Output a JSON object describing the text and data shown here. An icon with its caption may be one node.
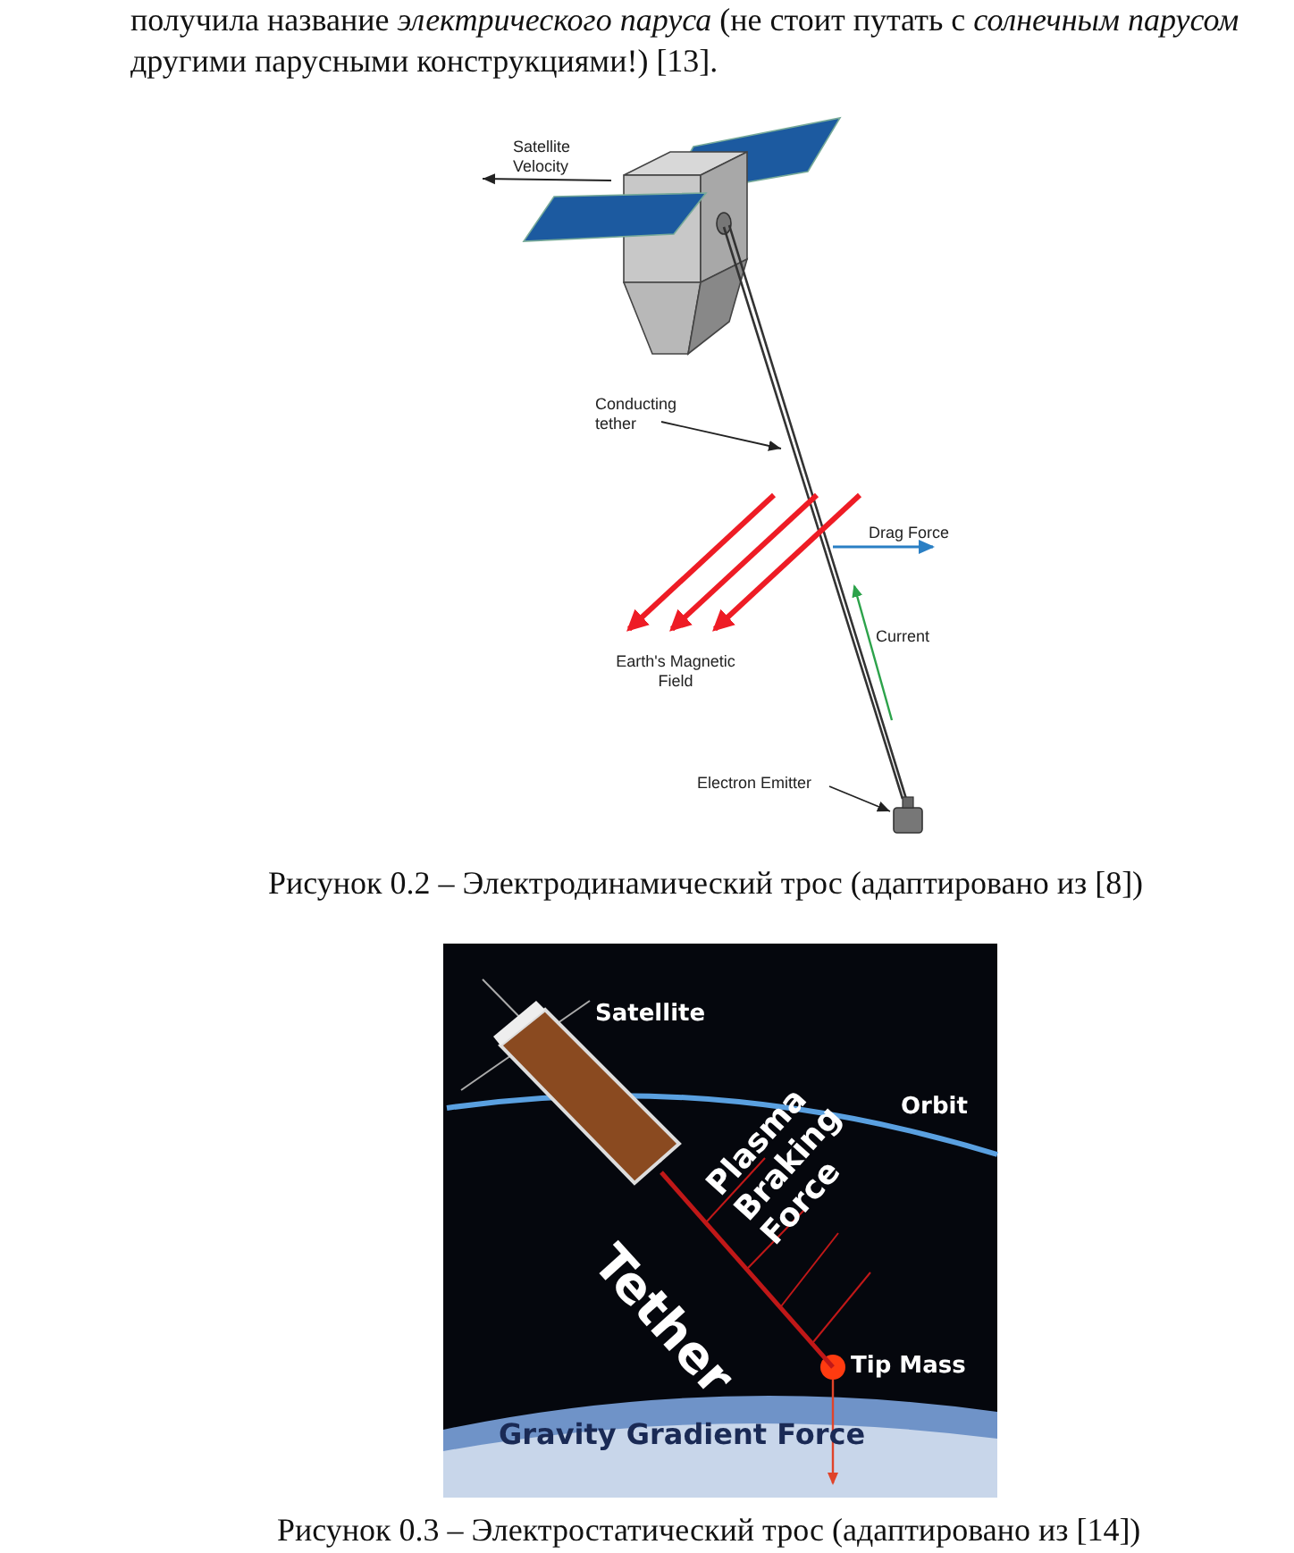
{
  "diagram": {
    "nodes": [
      {
        "text": [
          "Conducting tether"
        ]
      },
      {
        "text": [],
        "shape": "picture"
      },
      {
        "text": [
          "Electron Emitter"
        ]
      },
      {
        "text": [],
        "shape": "cylinder"
      },
      {
        "text": [],
        "shape": "picture",
        "beside": [
          "Satellite"
        ]
      },
      {
        "text": [],
        "shape": "circle",
        "beside": [
          "Tip Mass"
        ]
      }
    ],
    "edges": [
      {
        "from": 0,
        "to": 1,
        "arrow": "to"
      },
      {
        "from": 2,
        "to": 3,
        "arrow": "to"
      },
      {
        "from": 4,
        "to": 5,
        "arrow": "none",
        "style": "thick",
        "color": "#c01818"
      }
    ],
    "labels": [
      "получила название *электрического паруса* (не стоит путать с *солнечным парусом*",
      "другими парусными конструкциями!) [13].",
      "Satellite Velocity",
      "Drag Force",
      "Current",
      "Earth's Magnetic Field",
      "Рисунок 0.2 – Электродинамический трос (адаптировано из [8])",
      "Orbit",
      "Plasma Braking Force",
      "Tether",
      "Gravity Gradient Force",
      "Рисунок 0.3 – Электростатический трос (адаптировано из [14])"
    ]
  }
}
